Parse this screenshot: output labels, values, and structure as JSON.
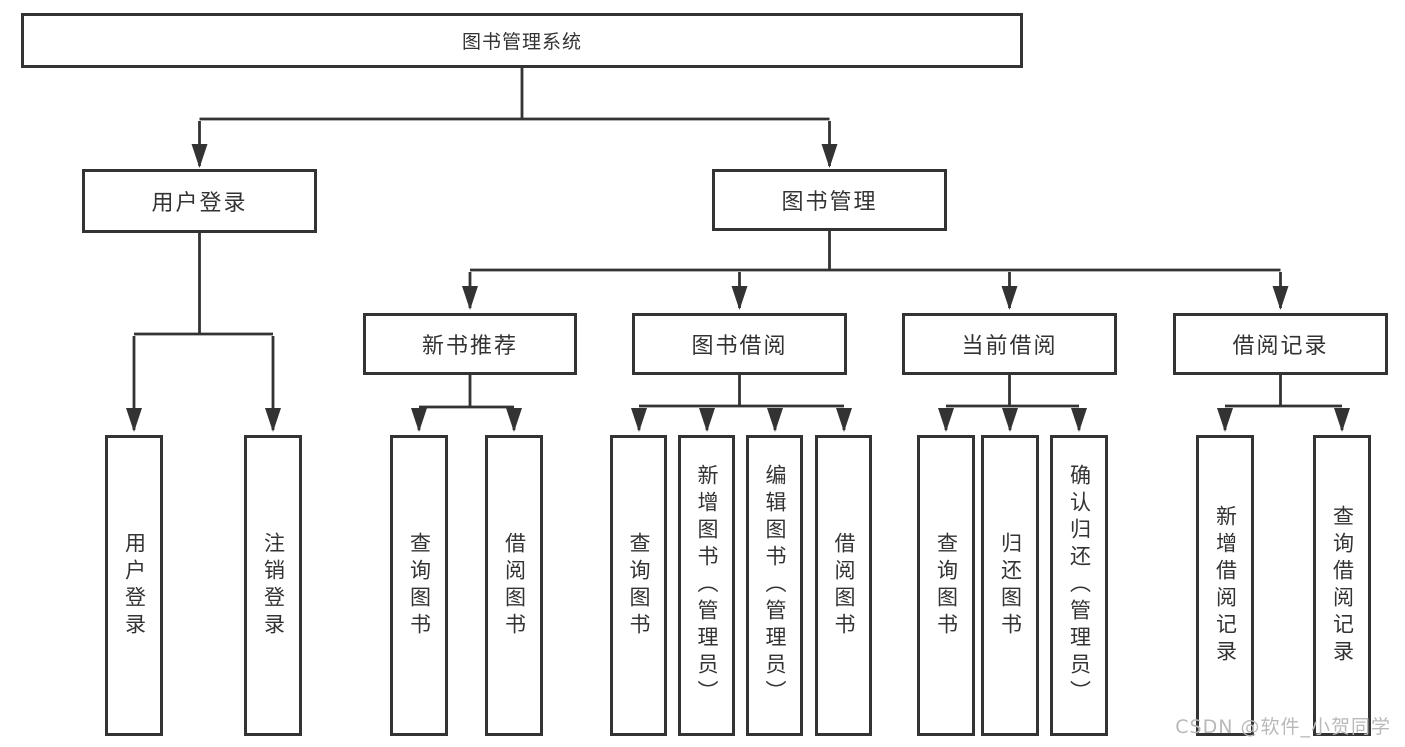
{
  "diagram": {
    "root": {
      "label": "图书管理系统"
    },
    "level2": [
      {
        "label": "用户登录"
      },
      {
        "label": "图书管理"
      }
    ],
    "level3": [
      {
        "label": "新书推荐"
      },
      {
        "label": "图书借阅"
      },
      {
        "label": "当前借阅"
      },
      {
        "label": "借阅记录"
      }
    ],
    "leaves": {
      "user_login": {
        "label": "用户登录"
      },
      "logout": {
        "label": "注销登录"
      },
      "rec_query_book": {
        "label": "查询图书"
      },
      "rec_borrow_book": {
        "label": "借阅图书"
      },
      "borrow_query_book": {
        "label": "查询图书"
      },
      "borrow_add_book": {
        "label": "新增图书（管理员）"
      },
      "borrow_edit_book": {
        "label": "编辑图书（管理员）"
      },
      "borrow_borrow_book": {
        "label": "借阅图书"
      },
      "cur_query_book": {
        "label": "查询图书"
      },
      "cur_return_book": {
        "label": "归还图书"
      },
      "cur_confirm_return": {
        "label": "确认归还（管理员）"
      },
      "rec_add_record": {
        "label": "新增借阅记录"
      },
      "rec_query_record": {
        "label": "查询借阅记录"
      }
    }
  },
  "watermark": {
    "text": "CSDN @软件_小贺同学"
  },
  "colors": {
    "line": "#333333",
    "text": "#333333",
    "watermark": "#b9b9b9",
    "background": "#ffffff"
  }
}
